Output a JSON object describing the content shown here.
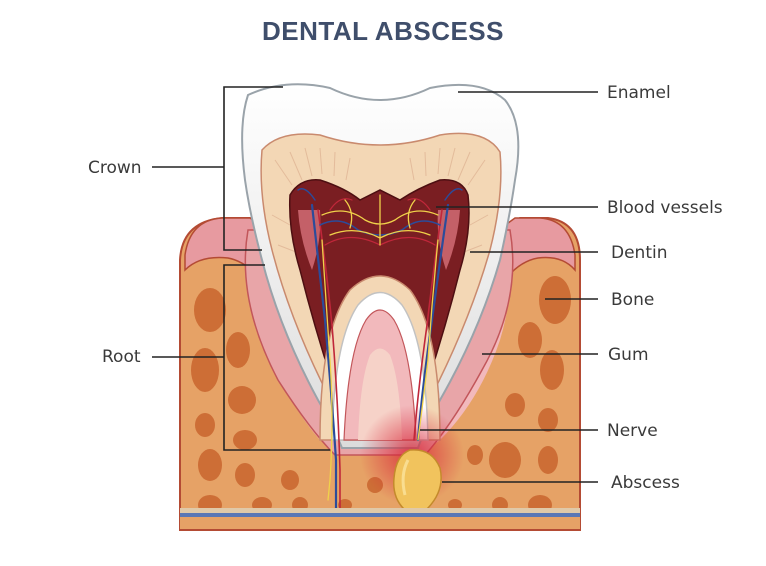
{
  "title": "DENTAL ABSCESS",
  "labels": {
    "crown": "Crown",
    "root": "Root",
    "enamel": "Enamel",
    "blood_vessels": "Blood vessels",
    "dentin": "Dentin",
    "bone": "Bone",
    "gum": "Gum",
    "nerve": "Nerve",
    "abscess": "Abscess"
  },
  "colors": {
    "title": "#3f4e6b",
    "enamel": "#f2f2f2",
    "dentin": "#f3d7b5",
    "pulp": "#6e1a1e",
    "gum": "#e79aa0",
    "bone": "#e6a266",
    "bone_spots": "#c9652e",
    "abscess": "#f1c35d"
  }
}
